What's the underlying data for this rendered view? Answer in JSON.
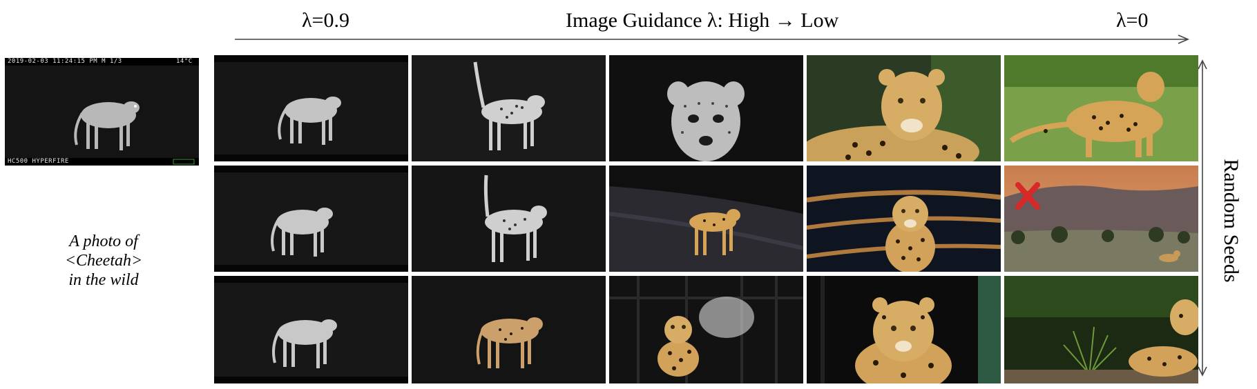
{
  "header": {
    "lambda_high": "λ=0.9",
    "title": "Image Guidance λ: High → Low",
    "lambda_low": "λ=0"
  },
  "side_label": "Random Seeds",
  "reference": {
    "overlay_top": "2019-02-03 11:24:15 PM  M 1/3",
    "overlay_temp": "14°C",
    "overlay_bottom": "HC500 HYPERFIRE"
  },
  "caption": [
    "A photo of",
    "<Cheetah>",
    "in the wild"
  ],
  "colors": {
    "ir_background": "#141414",
    "photo_sky": "#cf8a56",
    "grass": "#6f9a3a",
    "fail_mark": "#d82828",
    "arrow": "#444444"
  },
  "icons": {
    "failure": "cross-mark-icon"
  }
}
